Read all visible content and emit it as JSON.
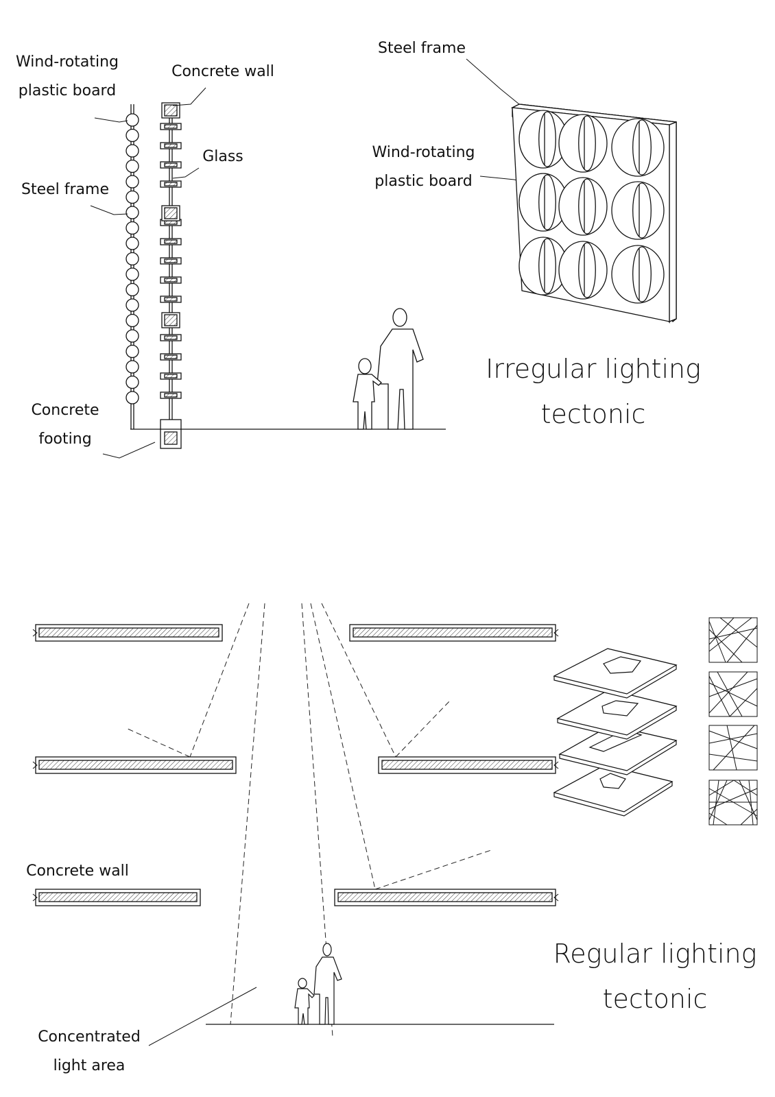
{
  "irregular": {
    "title_line1": "Irregular lighting",
    "title_line2": "tectonic",
    "labels": {
      "wind_board_line1": "Wind-rotating",
      "wind_board_line2": "plastic board",
      "concrete_wall": "Concrete wall",
      "glass": "Glass",
      "steel_frame_left": "Steel frame",
      "concrete_footing_line1": "Concrete",
      "concrete_footing_line2": "footing",
      "steel_frame_right": "Steel frame",
      "wind_board_right_line1": "Wind-rotating",
      "wind_board_right_line2": "plastic board"
    }
  },
  "regular": {
    "title_line1": "Regular lighting",
    "title_line2": "tectonic",
    "labels": {
      "concrete_wall": "Concrete wall",
      "light_area_line1": "Concentrated",
      "light_area_line2": "light area"
    }
  }
}
